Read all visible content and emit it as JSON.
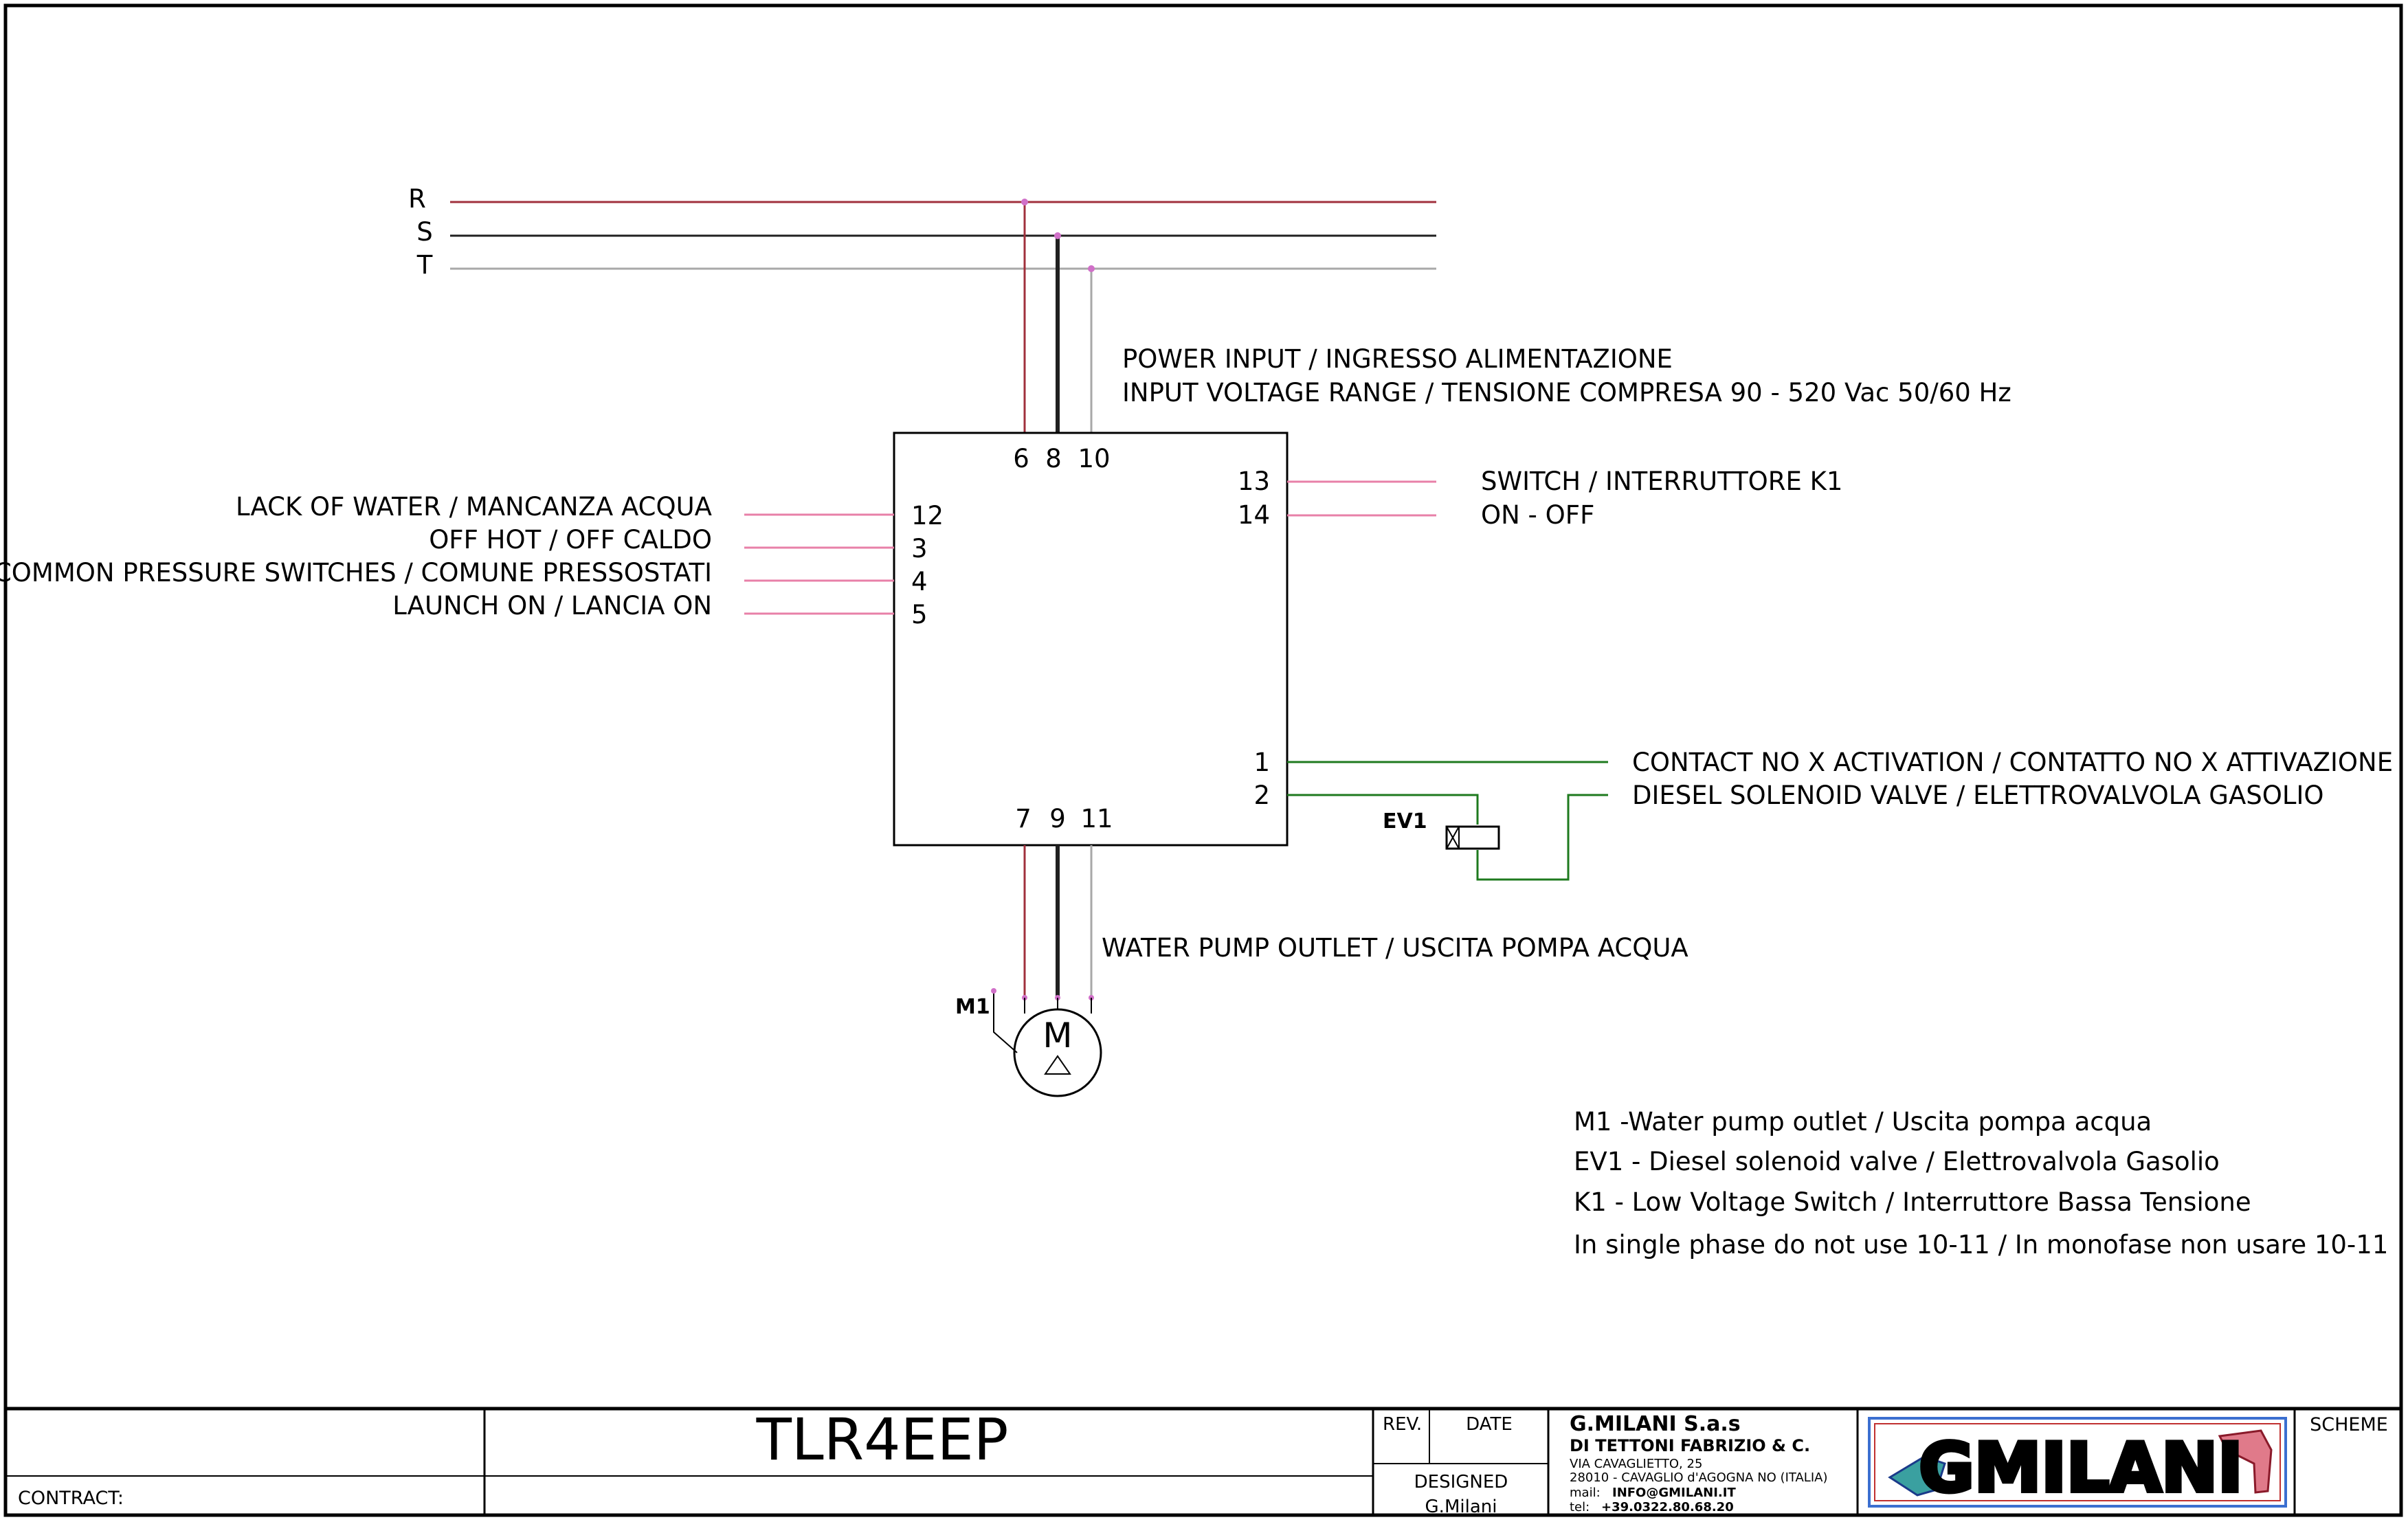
{
  "colors": {
    "R": "#a0303c",
    "S": "#202020",
    "T": "#a8a8a8",
    "pink": "#e880a8",
    "green": "#1e7a1e",
    "dot": "#d070c8",
    "border": "#000000"
  },
  "bus": {
    "R": "R",
    "S": "S",
    "T": "T"
  },
  "power": {
    "line1": "POWER INPUT / INGRESSO ALIMENTAZIONE",
    "line2": "INPUT VOLTAGE RANGE / TENSIONE COMPRESA   90 - 520 Vac 50/60 Hz"
  },
  "box_pins": {
    "top": [
      "6",
      "8",
      "10"
    ],
    "bottom": [
      "7",
      "9",
      "11"
    ],
    "left": [
      "12",
      "3",
      "4",
      "5"
    ],
    "right_top": [
      "13",
      "14"
    ],
    "right_bottom": [
      "1",
      "2"
    ]
  },
  "left_labels": [
    "LACK OF WATER / MANCANZA ACQUA",
    "OFF HOT / OFF CALDO",
    "COMMON PRESSURE SWITCHES / COMUNE PRESSOSTATI",
    "LAUNCH ON / LANCIA ON"
  ],
  "right_labels": {
    "switch": "SWITCH / INTERRUTTORE  K1",
    "onoff": "ON - OFF",
    "contact": "CONTACT NO X ACTIVATION / CONTATTO  NO X ATTIVAZIONE",
    "diesel": "DIESEL SOLENOID VALVE / ELETTROVALVOLA GASOLIO"
  },
  "ev1": "EV1",
  "pump_outlet": "WATER PUMP OUTLET / USCITA POMPA ACQUA",
  "motor": {
    "tag": "M1",
    "letter": "M"
  },
  "notes": [
    "M1 -Water pump outlet / Uscita pompa acqua",
    "EV1 - Diesel solenoid valve /  Elettrovalvola Gasolio",
    "K1 - Low Voltage Switch / Interruttore Bassa Tensione",
    "In single phase do not use 10-11 / In monofase non usare 10-11"
  ],
  "title_block": {
    "contract": "CONTRACT:",
    "code": "TLR4EEP",
    "rev": "REV.",
    "date": "DATE",
    "designed": "DESIGNED",
    "designer": "G.Milani",
    "company": "G.MILANI S.a.s",
    "company2": "DI TETTONI FABRIZIO & C.",
    "address1": "VIA CAVAGLIETTO, 25",
    "address2": "28010 - CAVAGLIO d'AGOGNA NO (ITALIA)",
    "mail_label": "mail:",
    "mail": "INFO@GMILANI.IT",
    "tel_label": "tel:",
    "tel": "+39.0322.80.68.20",
    "logo": "GMILANI",
    "scheme": "SCHEME"
  }
}
